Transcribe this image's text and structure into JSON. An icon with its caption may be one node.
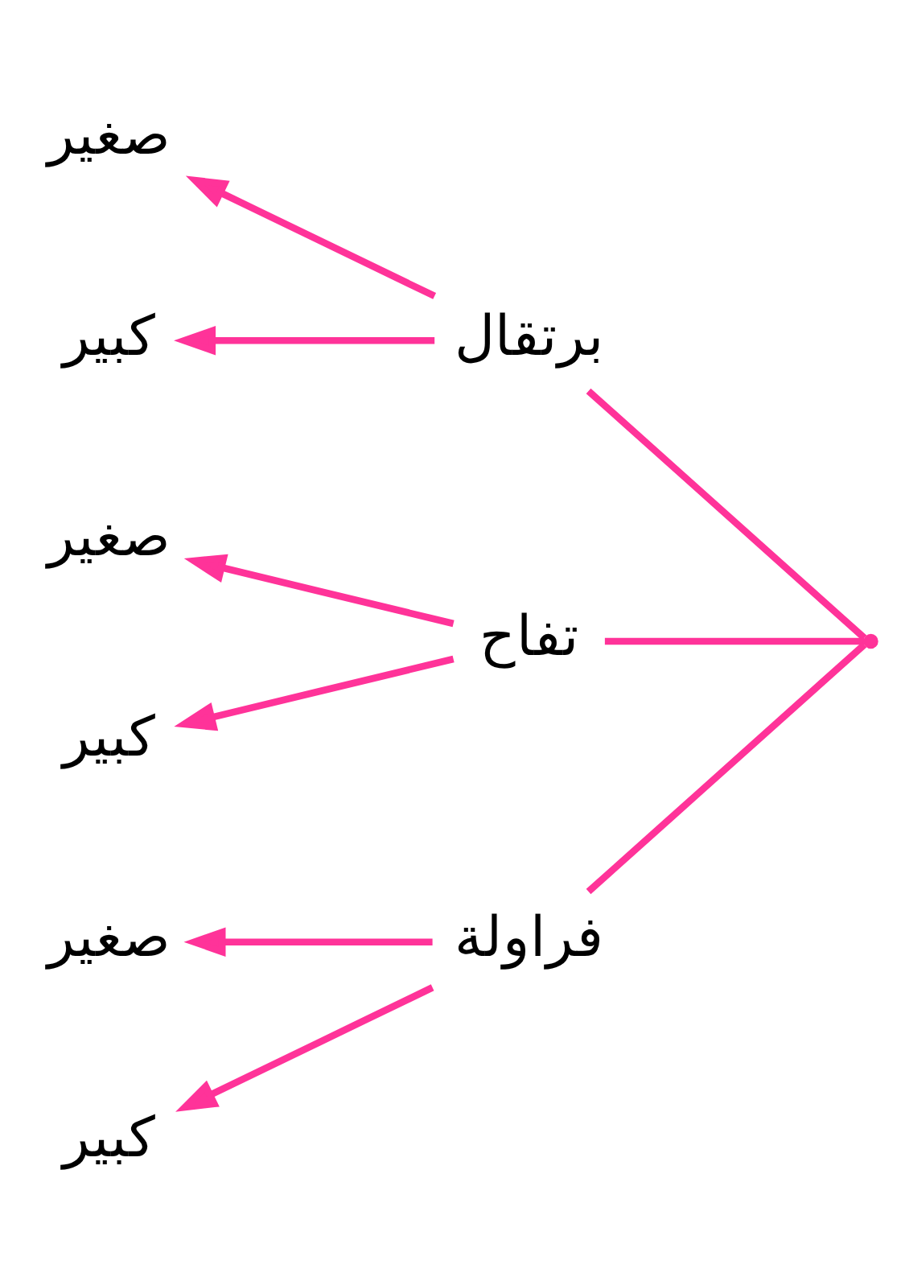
{
  "diagram": {
    "nodes": [
      {
        "text": [],
        "shape": "point"
      },
      {
        "text": [
          "برتقال"
        ]
      },
      {
        "text": [
          "صغير"
        ]
      },
      {
        "text": [
          "كبير"
        ]
      },
      {
        "text": [
          "تفاح"
        ]
      },
      {
        "text": [
          "صغير"
        ]
      },
      {
        "text": [
          "كبير"
        ]
      },
      {
        "text": [
          "فراولة"
        ]
      },
      {
        "text": [
          "صغير"
        ]
      },
      {
        "text": [
          "كبير"
        ]
      }
    ],
    "edges": [
      {
        "from": 0,
        "to": 1,
        "arrow": "none"
      },
      {
        "from": 0,
        "to": 4,
        "arrow": "none"
      },
      {
        "from": 0,
        "to": 7,
        "arrow": "none"
      },
      {
        "from": 1,
        "to": 2,
        "arrow": "to"
      },
      {
        "from": 1,
        "to": 3,
        "arrow": "to"
      },
      {
        "from": 4,
        "to": 5,
        "arrow": "to"
      },
      {
        "from": 4,
        "to": 6,
        "arrow": "to"
      },
      {
        "from": 7,
        "to": 8,
        "arrow": "to"
      },
      {
        "from": 7,
        "to": 9,
        "arrow": "to"
      }
    ]
  }
}
